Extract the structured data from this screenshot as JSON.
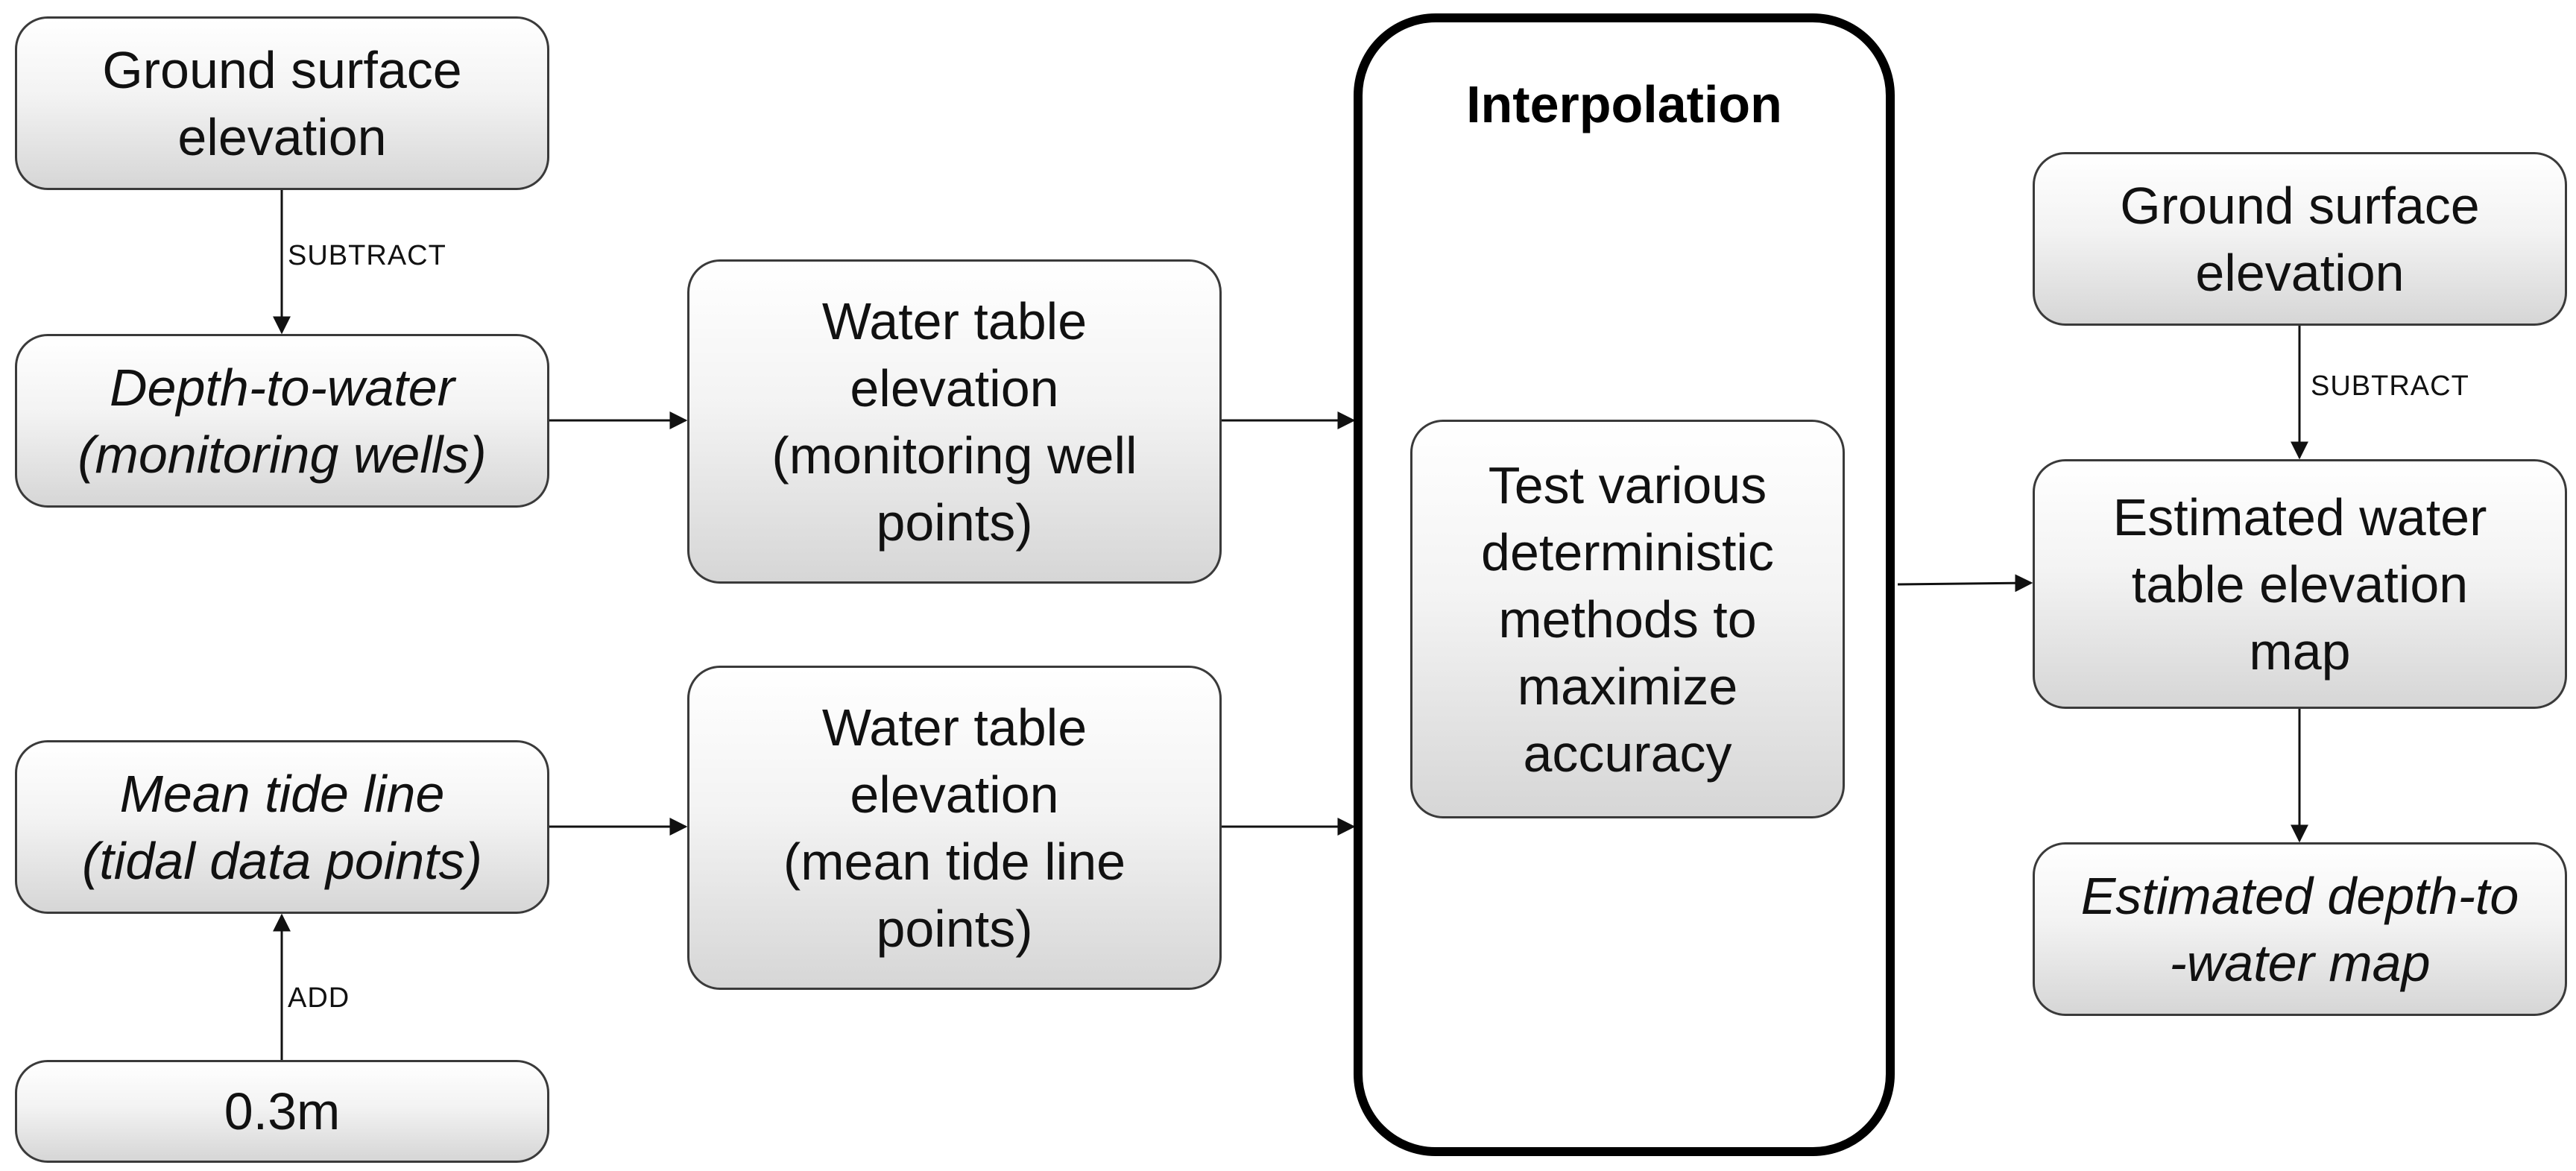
{
  "nodes": {
    "ground_surface_left": {
      "lines": [
        "Ground surface",
        "elevation"
      ]
    },
    "depth_to_water": {
      "lines": [
        "Depth-to-water",
        "(monitoring wells)"
      ]
    },
    "mean_tide_line": {
      "lines": [
        "Mean tide line",
        "(tidal data points)"
      ]
    },
    "offset_value": {
      "lines": [
        "0.3m"
      ]
    },
    "wt_monitoring": {
      "lines": [
        "Water table",
        "elevation",
        "(monitoring well",
        "points)"
      ]
    },
    "wt_tide": {
      "lines": [
        "Water table",
        "elevation",
        "(mean tide line",
        "points)"
      ]
    },
    "interpolation_container": {
      "title": "Interpolation"
    },
    "test_methods": {
      "lines": [
        "Test various",
        "deterministic",
        "methods to",
        "maximize",
        "accuracy"
      ]
    },
    "ground_surface_right": {
      "lines": [
        "Ground surface",
        "elevation"
      ]
    },
    "estimated_wt_map": {
      "lines": [
        "Estimated water",
        "table elevation",
        "map"
      ]
    },
    "estimated_dtw_map": {
      "lines": [
        "Estimated depth-to",
        "-water map"
      ]
    }
  },
  "edge_labels": {
    "subtract_left": "SUBTRACT",
    "add": "ADD",
    "subtract_right": "SUBTRACT"
  },
  "colors": {
    "box_border": "#3a3a3a",
    "box_gradient_top": "#ffffff",
    "box_gradient_bottom": "#d6d6d6",
    "container_border": "#000000",
    "text": "#111111",
    "arrow": "#111111"
  }
}
